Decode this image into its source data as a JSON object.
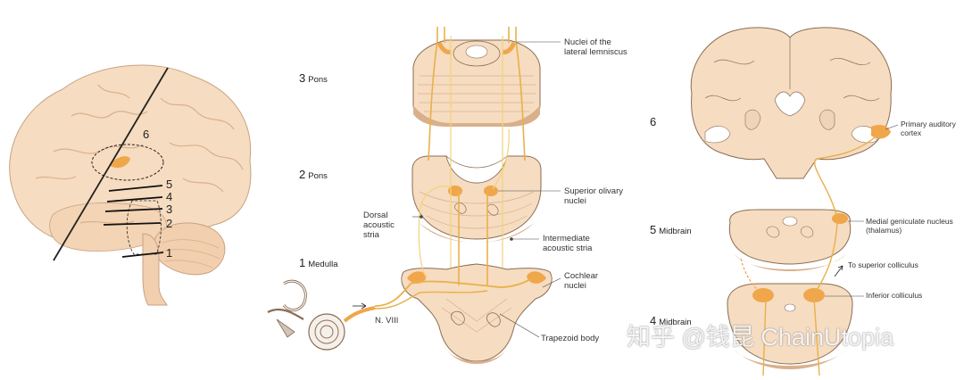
{
  "brain_numbers": [
    "6",
    "5",
    "4",
    "3",
    "2",
    "1"
  ],
  "levels": [
    {
      "num": "3",
      "name": "Pons"
    },
    {
      "num": "2",
      "name": "Pons"
    },
    {
      "num": "1",
      "name": "Medulla"
    },
    {
      "num": "6",
      "name": ""
    },
    {
      "num": "5",
      "name": "Midbrain"
    },
    {
      "num": "4",
      "name": "Midbrain"
    }
  ],
  "labels": {
    "nuclei_lateral_lemniscus": "Nuclei of the\nlateral lemniscus",
    "superior_olivary_nuclei": "Superior olivary\nnuclei",
    "dorsal_acoustic_stria": "Dorsal\nacoustic\nstria",
    "intermediate_acoustic_stria": "Intermediate\nacoustic stria",
    "cochlear_nuclei": "Cochlear\nnuclei",
    "nerve_viii": "N. VIII",
    "trapezoid_body": "Trapezoid body",
    "primary_auditory_cortex": "Primary auditory\ncortex",
    "medial_geniculate_nucleus": "Medial geniculate nucleus\n(thalamus)",
    "to_superior_colliculus": "To superior colliculus",
    "inferior_colliculus": "Inferior colliculus"
  },
  "watermark": "知乎 @钱昆 ChainUtopia",
  "colors": {
    "tissue": "#f6dcc0",
    "tissue_edge": "#8a6d55",
    "tissue_dark": "#d9b08c",
    "nucleus": "#f0a64a",
    "pathway": "#e9b04a",
    "pathway_pale": "#f3d37a"
  }
}
